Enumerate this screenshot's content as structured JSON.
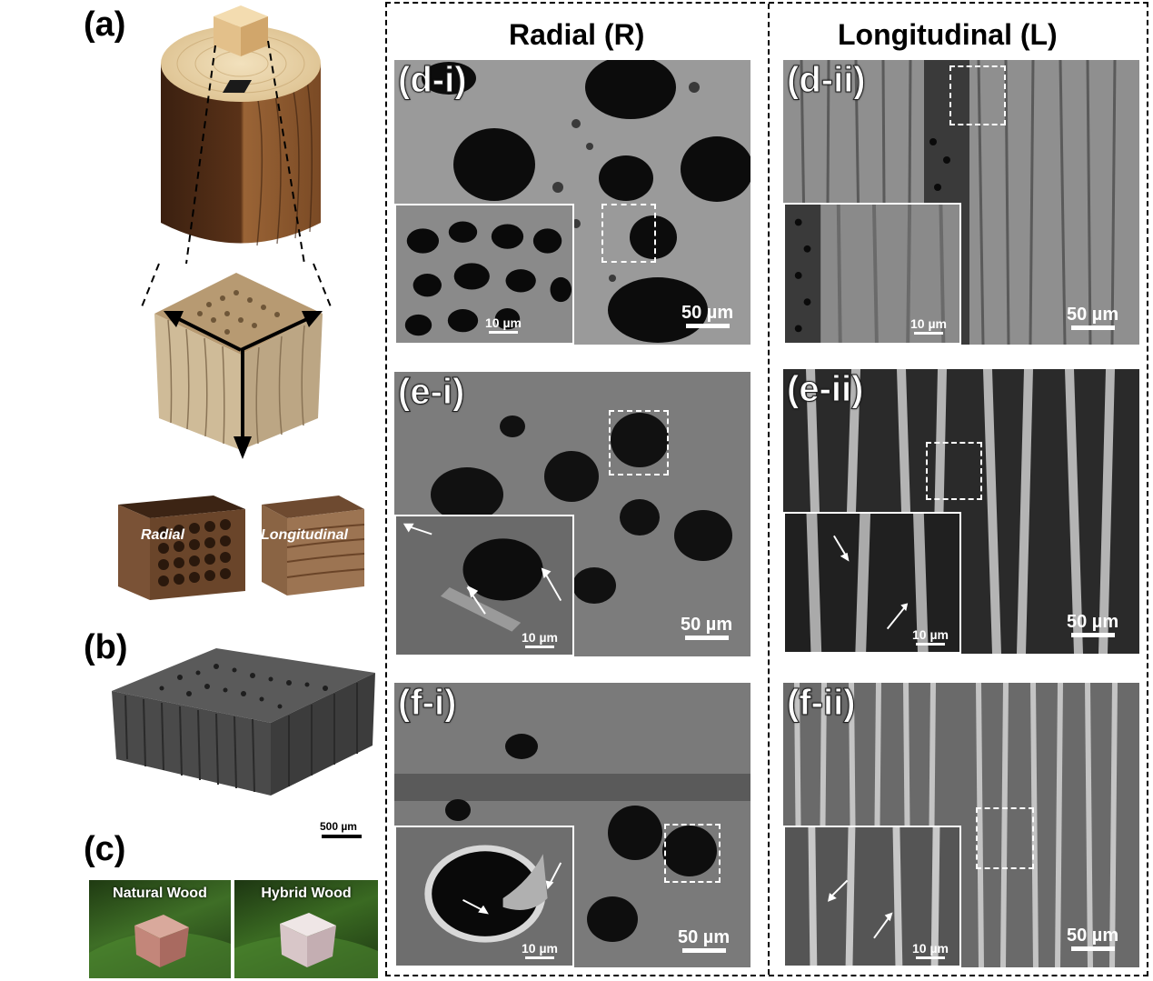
{
  "panels": {
    "a": "(a)",
    "b": "(b)",
    "c": "(c)"
  },
  "columns": {
    "radial": "Radial (R)",
    "longitudinal": "Longitudinal (L)"
  },
  "cube_labels": {
    "radial": "Radial",
    "longitudinal": "Longitudinal"
  },
  "ct_scale": "500 µm",
  "photos": {
    "natural": "Natural Wood",
    "hybrid": "Hybrid Wood"
  },
  "sem": {
    "d_i": {
      "label": "(d-i)",
      "scale_main": "50 µm",
      "scale_inset": "10 µm"
    },
    "d_ii": {
      "label": "(d-ii)",
      "scale_main": "50 µm",
      "scale_inset": "10 µm"
    },
    "e_i": {
      "label": "(e-i)",
      "scale_main": "50 µm",
      "scale_inset": "10 µm"
    },
    "e_ii": {
      "label": "(e-ii)",
      "scale_main": "50 µm",
      "scale_inset": "10 µm"
    },
    "f_i": {
      "label": "(f-i)",
      "scale_main": "50 µm",
      "scale_inset": "10 µm"
    },
    "f_ii": {
      "label": "(f-ii)",
      "scale_main": "50 µm",
      "scale_inset": "10 µm"
    }
  },
  "colors": {
    "wood_top": "#e9d3a8",
    "wood_dark": "#4a2a17",
    "wood_grain": "#8a5a33",
    "sem_gray": "#8c8c8c",
    "leaf_green": "#2f5a1e"
  }
}
